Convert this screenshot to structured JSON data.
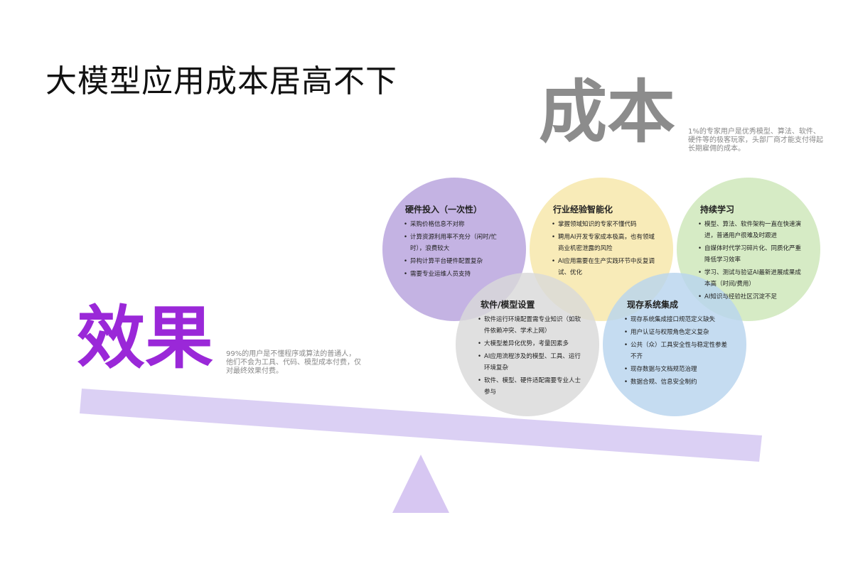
{
  "title": "大模型应用成本居高不下",
  "cost": {
    "label": "成本",
    "note": "1%的专家用户是优秀模型、算法、软件、硬件等的极客玩家，头部厂商才能支付得起长期雇佣的成本。",
    "color": "#8c8c8c"
  },
  "effect": {
    "label": "效果",
    "note": "99%的用户是不懂程序或算法的普通人，他们不会为工具、代码、模型成本付费，仅对最终效果付费。",
    "color": "#9a28d8"
  },
  "scale": {
    "beam_color": "#d9cdf3",
    "triangle_color": "#d7c7f2"
  },
  "circles": [
    {
      "title": "硬件投入（一次性）",
      "color": "#b7a2dd",
      "items": [
        "采购价格信息不对称",
        "计算资源利用率不充分（闲时/忙时），浪费较大",
        "异构计算平台硬件配置复杂",
        "需要专业运维人员支持"
      ]
    },
    {
      "title": "行业经验智能化",
      "color": "#f6e6a8",
      "items": [
        "掌握领域知识的专家不懂代码",
        "聘用AI开发专家成本极高，也有领域商业机密泄露的风险",
        "AI应用需要在生产实践环节中反复调试、优化"
      ]
    },
    {
      "title": "持续学习",
      "color": "#cde7b8",
      "items": [
        "模型、算法、软件架构一直在快速演进，普通用户很难及时跟进",
        "自媒体时代学习碎片化、同质化严重降低学习效率",
        "学习、测试与验证AI最新进展成果成本高（时间/费用）",
        "AI知识与经验社区沉淀不足"
      ]
    },
    {
      "title": "软件/模型设置",
      "color": "#d9d9d9",
      "items": [
        "软件运行环境配置需专业知识（如软件依赖冲突、学术上网）",
        "大模型差异化优势，考量因素多",
        "AI应用流程涉及的模型、工具、运行环境复杂",
        "软件、模型、硬件适配需要专业人士参与"
      ]
    },
    {
      "title": "现存系统集成",
      "color": "#b8d4ee",
      "items": [
        "现存系统集成接口规范定义缺失",
        "用户认证与权限角色定义复杂",
        "公共（众）工具安全性与稳定性参差不齐",
        "现存数据与文档规范治理",
        "数据合规、信息安全制约"
      ]
    }
  ]
}
